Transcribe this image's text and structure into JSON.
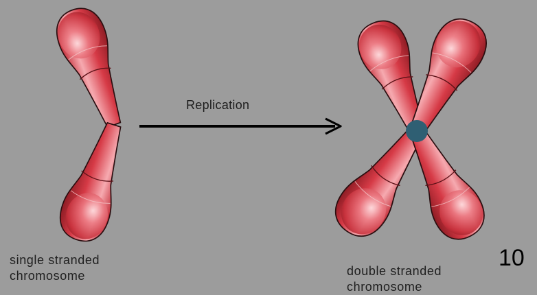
{
  "arrow_label": "Replication",
  "single_label": {
    "line1": "single stranded",
    "line2": "chromosome"
  },
  "double_label": {
    "line1": "double stranded",
    "line2": "chromosome"
  },
  "page_number": "10",
  "colors": {
    "background": "#9c9c9c",
    "chromatid": "#d63a46",
    "chromatid_dark": "#8e1c24",
    "chromatid_light": "#f6aab0",
    "centromere": "#2f5f73",
    "arrow": "#000000"
  },
  "icons": {
    "single_chromosome": "single-chromatid-shape",
    "double_chromosome": "x-shaped-chromosome",
    "centromere": "centromere-dot"
  }
}
